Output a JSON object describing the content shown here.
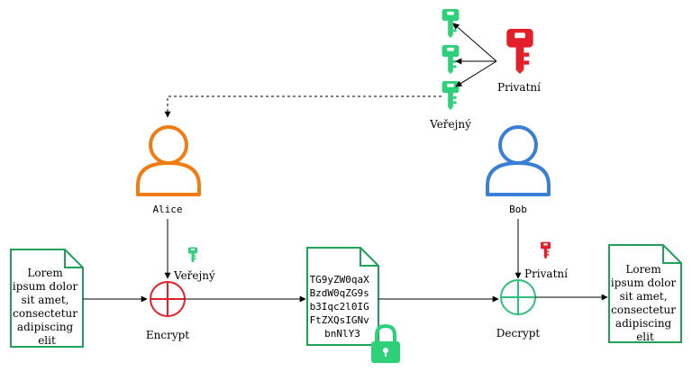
{
  "labels": {
    "private_key": "Privatní",
    "public_key": "Veřejný",
    "alice": "Alice",
    "bob": "Bob",
    "encrypt": "Encrypt",
    "decrypt": "Decrypt",
    "encrypt_key_label": "Veřejný",
    "decrypt_key_label": "Privatní"
  },
  "plaintext_left": [
    "Lorem",
    "ipsum dolor",
    "sit amet,",
    "consectetur",
    "adipiscing",
    "elit"
  ],
  "ciphertext": [
    "TG9yZW0qaX",
    "BzdW0qZG9s",
    "b3Iqc2l0IG",
    "FtZXQsIGNv",
    "bnNlY3"
  ],
  "plaintext_right": [
    "Lorem",
    "ipsum dolor",
    "sit amet,",
    "consectetur",
    "adipiscing",
    "elit"
  ],
  "colors": {
    "green": "#2fd07a",
    "red": "#e3202a",
    "alice": "#f07c12",
    "bob": "#3a7fd6",
    "doc_stroke": "#21a05a"
  }
}
